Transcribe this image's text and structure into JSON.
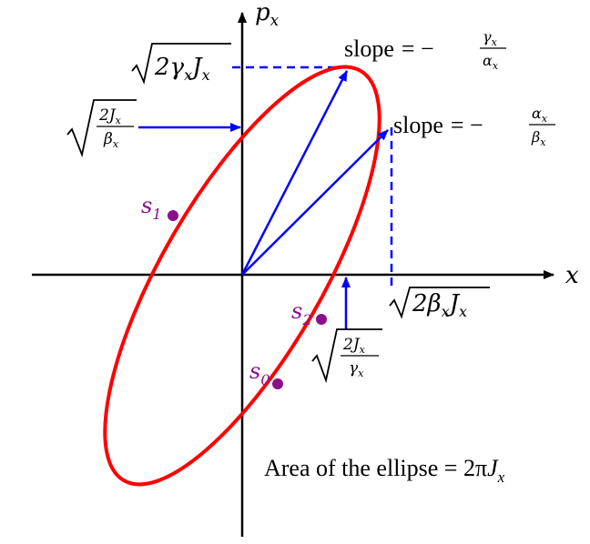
{
  "axes": {
    "x_label": "x",
    "y_label": "p",
    "y_label_sub": "x"
  },
  "labels": {
    "gamma_term": "2γ",
    "gamma_sub": "x",
    "gamma_J": "J",
    "gamma_J_sub": "x",
    "beta_term": "2β",
    "beta_sub": "x",
    "beta_J": "J",
    "beta_J_sub": "x",
    "frac_beta_num": "2J",
    "frac_beta_num_sub": "x",
    "frac_beta_den": "β",
    "frac_beta_den_sub": "x",
    "frac_gamma_num": "2J",
    "frac_gamma_num_sub": "x",
    "frac_gamma_den": "γ",
    "frac_gamma_den_sub": "x",
    "slope_word": "slope",
    "slope_eq": "= −",
    "slope1_num": "γ",
    "slope1_num_sub": "x",
    "slope1_den": "α",
    "slope1_den_sub": "x",
    "slope2_num": "α",
    "slope2_num_sub": "x",
    "slope2_den": "β",
    "slope2_den_sub": "x"
  },
  "points": [
    {
      "name": "s",
      "sub": "1"
    },
    {
      "name": "s",
      "sub": "2"
    },
    {
      "name": "s",
      "sub": "0"
    }
  ],
  "area_caption": {
    "text": "Area of the ellipse = 2π",
    "var": "J",
    "sub": "x"
  },
  "colors": {
    "ellipse": "#ff0000",
    "arrows": "#0000ff",
    "points": "#8b0f8b",
    "axes": "#000000"
  }
}
